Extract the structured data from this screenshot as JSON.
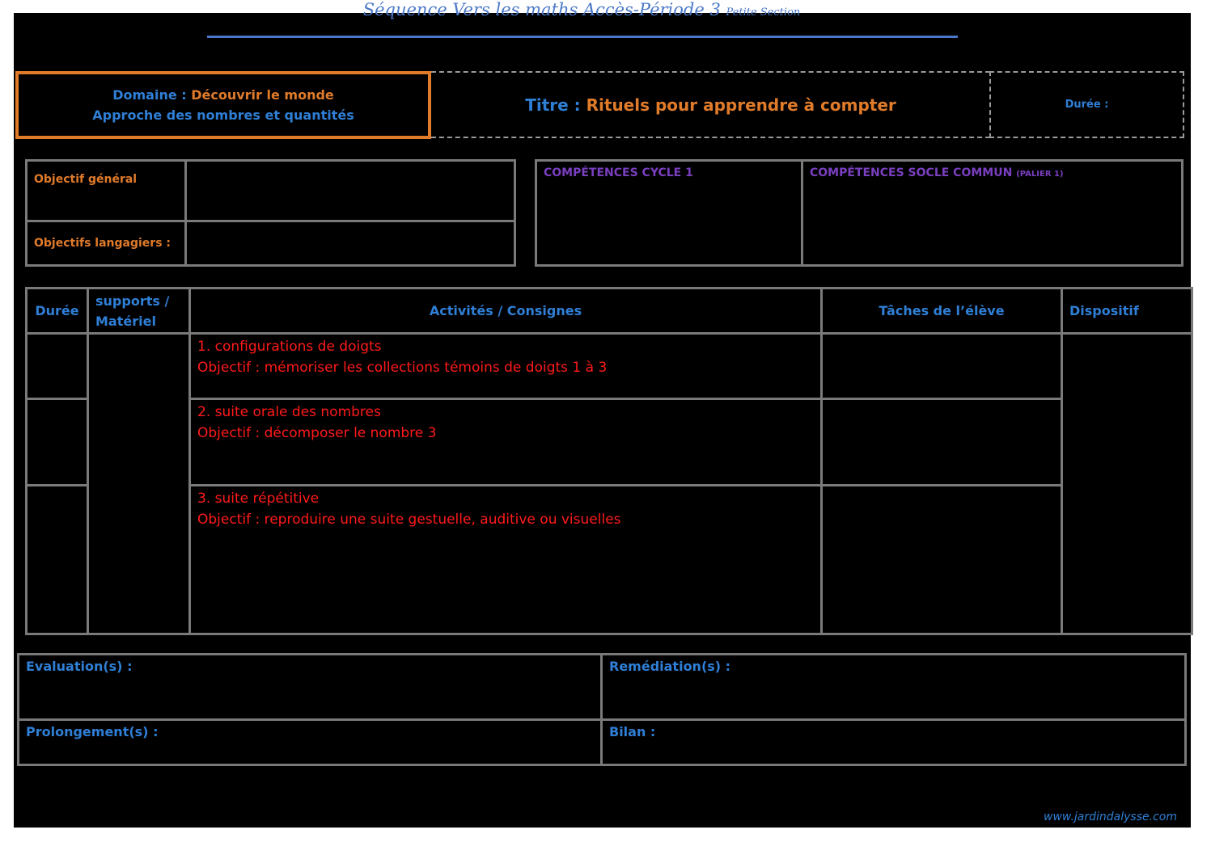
{
  "document": {
    "title": "Séquence  Vers les maths Accès-Période 3",
    "title_small": "Petite Section",
    "footer_url": "www.jardindalysse.com"
  },
  "header": {
    "domain_label": "Domaine : ",
    "domain_value": "Découvrir le monde",
    "domain_sub": "Approche des nombres et quantités",
    "title_label": "Titre : ",
    "title_value": "Rituels pour apprendre à compter",
    "duree_label": "Durée :"
  },
  "objectives": {
    "general_label": "Objectif général",
    "general_value": "",
    "language_label": "Objectifs langagiers :",
    "language_value": ""
  },
  "competences": {
    "cycle_label": "COMPÉTENCES CYCLE 1",
    "socle_label": "COMPÉTENCES SOCLE COMMUN",
    "socle_sub": "(PALIER 1)"
  },
  "activities_table": {
    "headers": {
      "duree": "Durée",
      "supports": "supports / Matériel",
      "activites": "Activités / Consignes",
      "taches": "Tâches de l’élève",
      "dispositif": "Dispositif"
    },
    "rows": [
      {
        "line1": "1. configurations de doigts",
        "line2": "Objectif : mémoriser les collections témoins de doigts 1 à 3"
      },
      {
        "line1": "2. suite orale des nombres",
        "line2": "Objectif : décomposer le nombre 3"
      },
      {
        "line1": "3.  suite répétitive",
        "line2": "Objectif : reproduire une suite gestuelle, auditive ou visuelles"
      }
    ]
  },
  "bottom": {
    "evaluation": "Evaluation(s) :",
    "remediation": "Remédiation(s) :",
    "prolongement": "Prolongement(s) :",
    "bilan": "Bilan :"
  },
  "colors": {
    "orange": "#e07b2a",
    "blue": "#2f7fd6",
    "purple": "#7a3fc0",
    "red": "#ff1a1a",
    "border": "#7a7a7a",
    "background": "#000000"
  }
}
